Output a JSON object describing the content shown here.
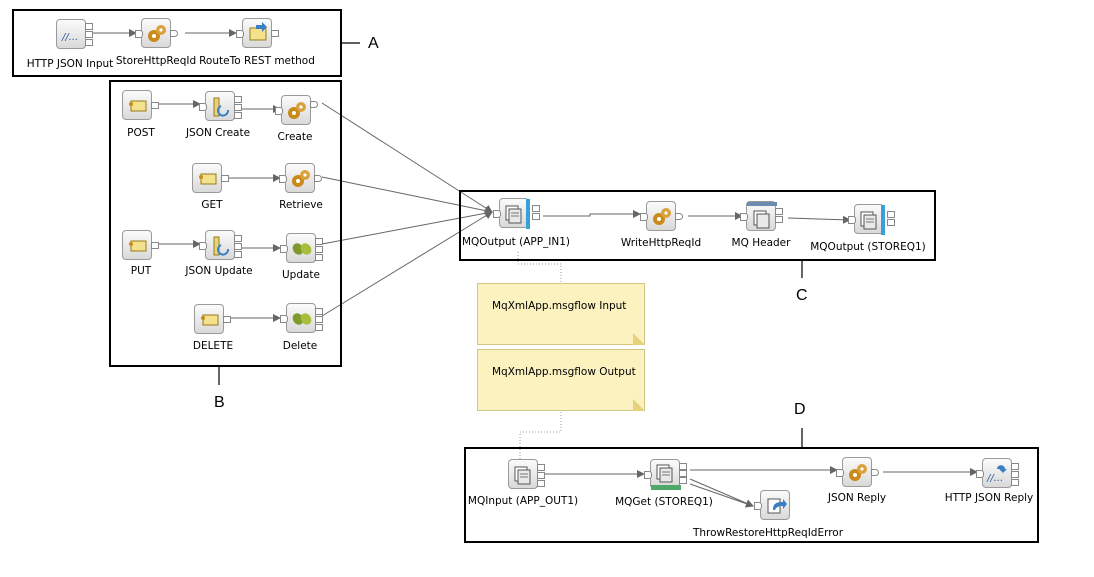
{
  "callouts": {
    "a": "A",
    "b": "B",
    "c": "C",
    "d": "D"
  },
  "nodes": {
    "http_json_input": "HTTP JSON Input",
    "store_http_req_id": "StoreHttpReqId",
    "route_to_rest": "RouteTo REST method",
    "post": "POST",
    "json_create": "JSON Create",
    "create": "Create",
    "get": "GET",
    "retrieve": "Retrieve",
    "put": "PUT",
    "json_update": "JSON Update",
    "update": "Update",
    "delete_label": "DELETE",
    "delete_op": "Delete",
    "mqoutput_app_in1": "MQOutput (APP_IN1)",
    "write_http_req_id": "WriteHttpReqId",
    "mq_header": "MQ Header",
    "mqoutput_storeq1": "MQOutput (STOREQ1)",
    "mqinput_app_out1": "MQInput (APP_OUT1)",
    "mqget_storeq1": "MQGet (STOREQ1)",
    "throw_restore": "ThrowRestoreHttpReqIdError",
    "json_reply": "JSON Reply",
    "http_json_reply": "HTTP JSON Reply"
  },
  "notes": {
    "input": "MqXmlApp.msgflow Input",
    "output": "MqXmlApp.msgflow Output"
  },
  "icons": {
    "http": "http-input-icon",
    "compute": "gears-icon",
    "route": "route-icon",
    "label": "label-icon",
    "mapping": "mapping-icon",
    "mq": "mq-queue-icon",
    "header": "header-icon",
    "throw": "throw-icon",
    "reply": "http-reply-icon"
  },
  "colors": {
    "note_fill": "#fbf2bf",
    "mq_bar": "#3aa0d8",
    "http_bar": "#4fa86a",
    "gear": "#c98a1a"
  }
}
